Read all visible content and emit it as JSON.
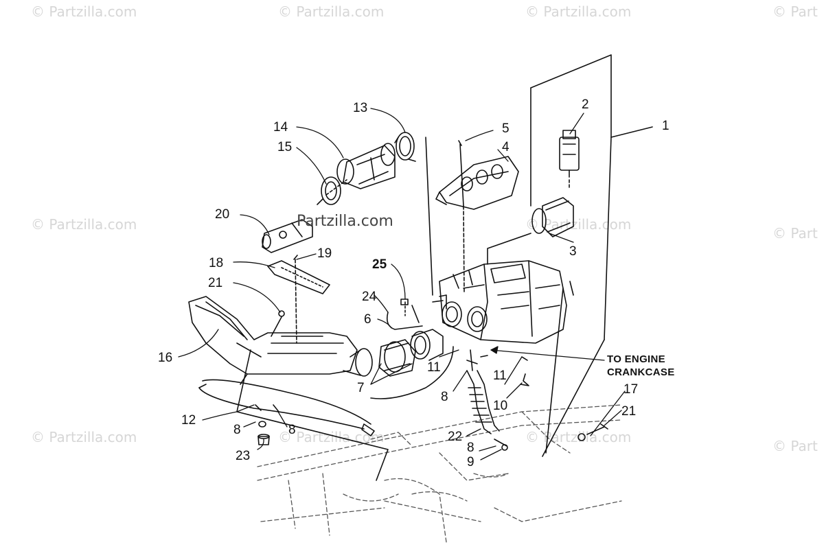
{
  "diagram": {
    "callouts": {
      "c1": "1",
      "c2": "2",
      "c3": "3",
      "c4": "4",
      "c5": "5",
      "c6": "6",
      "c7": "7",
      "c8a": "8",
      "c8b": "8",
      "c8c": "8",
      "c8d": "8",
      "c9": "9",
      "c10": "10",
      "c11a": "11",
      "c11b": "11",
      "c12": "12",
      "c13": "13",
      "c14": "14",
      "c15": "15",
      "c16": "16",
      "c17": "17",
      "c18": "18",
      "c19": "19",
      "c20": "20",
      "c21a": "21",
      "c21b": "21",
      "c22": "22",
      "c23": "23",
      "c24": "24",
      "c25": "25"
    },
    "note_line1": "TO ENGINE",
    "note_line2": "CRANKCASE"
  },
  "watermark": {
    "text": "© Partzilla.com",
    "partial": "© Part",
    "center": "Partzilla.com"
  },
  "colors": {
    "ink": "#111111",
    "watermark": "#d6d6d6",
    "frame_dash": "#555555"
  }
}
